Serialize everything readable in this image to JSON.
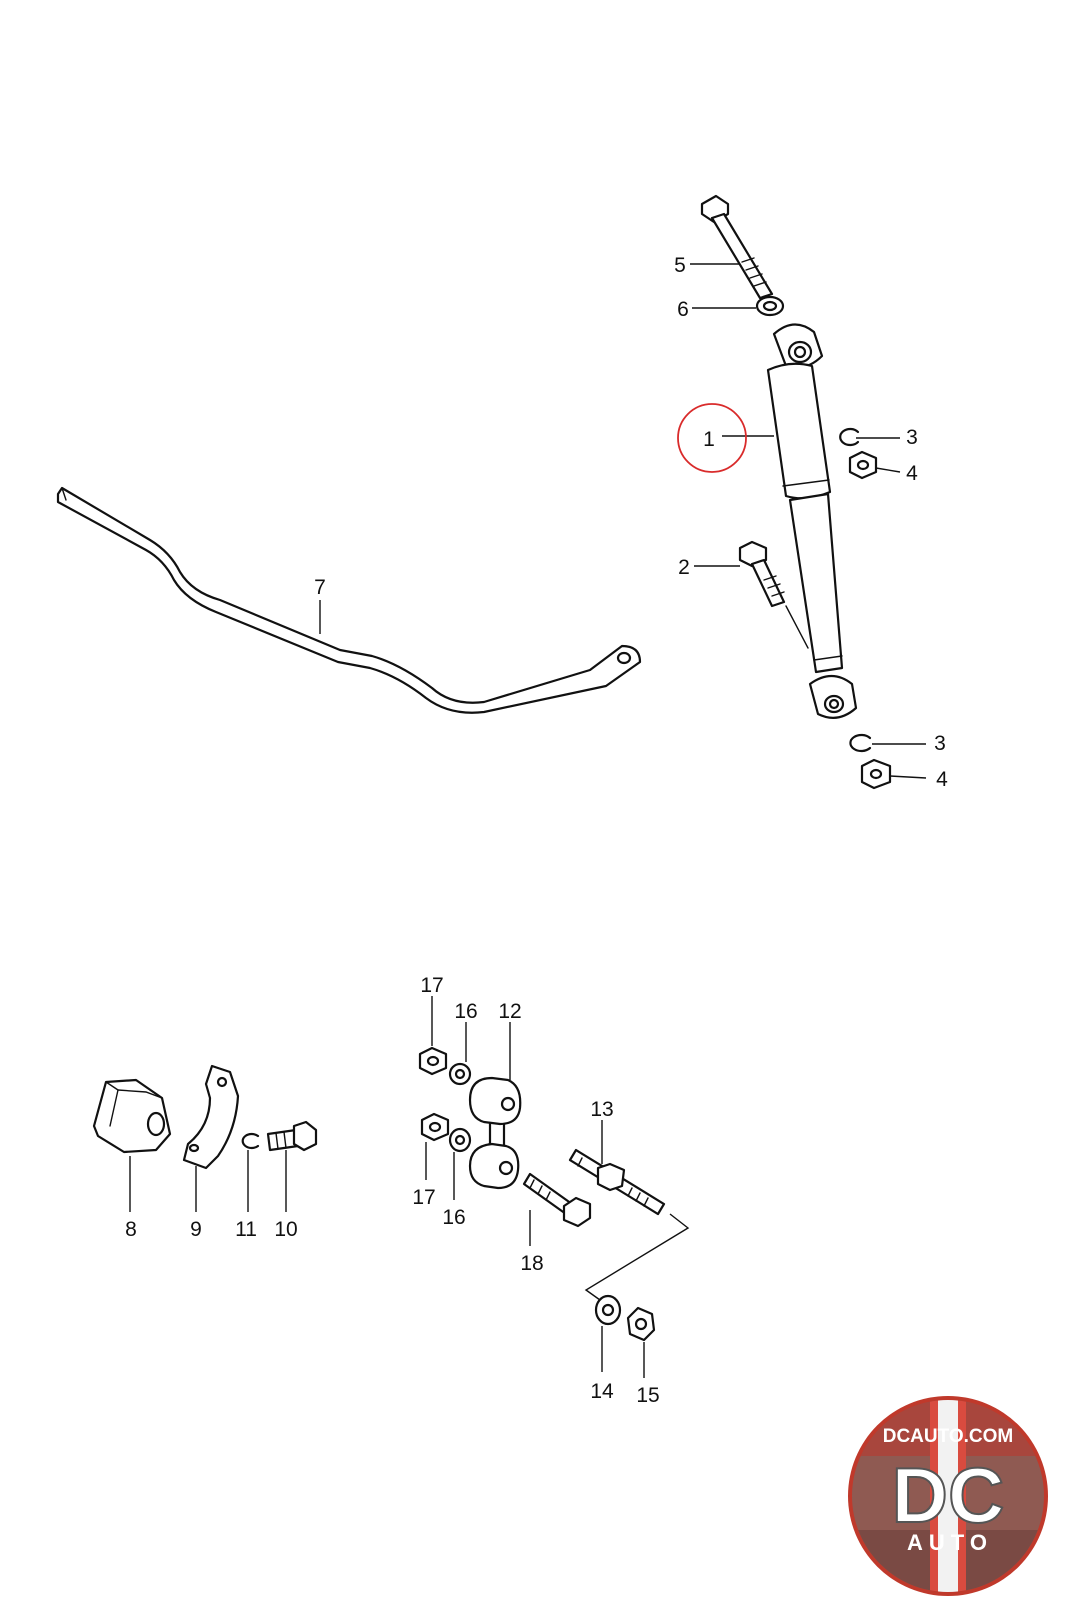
{
  "callouts": {
    "c1": "1",
    "c2": "2",
    "c3a": "3",
    "c3b": "3",
    "c4a": "4",
    "c4b": "4",
    "c5": "5",
    "c6": "6",
    "c7": "7",
    "c8": "8",
    "c9": "9",
    "c10": "10",
    "c11": "11",
    "c12": "12",
    "c13": "13",
    "c14": "14",
    "c15": "15",
    "c16a": "16",
    "c16b": "16",
    "c17a": "17",
    "c17b": "17",
    "c18": "18"
  },
  "highlight": {
    "callout": "1",
    "color": "#d92b2b"
  },
  "logo": {
    "url_text": "DCAUTO.COM",
    "main_text": "DC",
    "sub_text": "AUTO",
    "ring_color": "#c0392b",
    "stripe_color": "#d94b3f"
  }
}
